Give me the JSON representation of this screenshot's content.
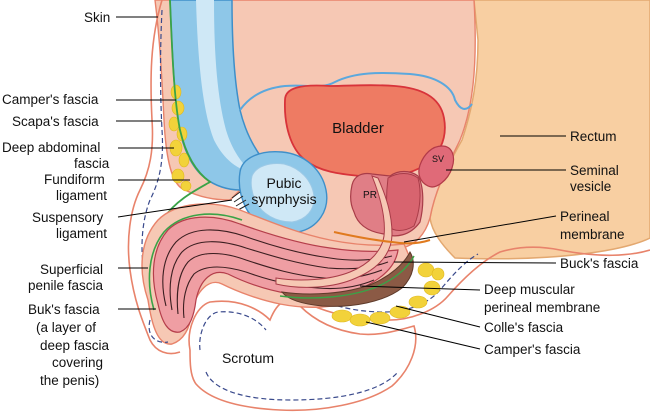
{
  "labels_left": {
    "skin": "Skin",
    "campers_fascia": "Camper's fascia",
    "scapas_fascia": "Scapa's fascia",
    "deep_abdominal_fascia_1": "Deep abdominal",
    "deep_abdominal_fascia_2": "fascia",
    "fundiform_ligament_1": "Fundiform",
    "fundiform_ligament_2": "ligament",
    "suspensory_ligament_1": "Suspensory",
    "suspensory_ligament_2": "ligament",
    "superficial_penile_fascia_1": "Superficial",
    "superficial_penile_fascia_2": "penile fascia",
    "buks_fascia_1": "Buk's fascia",
    "buks_fascia_2": "(a layer of",
    "buks_fascia_3": "deep fascia",
    "buks_fascia_4": "covering",
    "buks_fascia_5": "the penis)"
  },
  "labels_right": {
    "rectum": "Rectum",
    "seminal_vesicle_1": "Seminal",
    "seminal_vesicle_2": "vesicle",
    "perineal_membrane_1": "Perineal",
    "perineal_membrane_2": "membrane",
    "bucks_fascia": "Buck's fascia",
    "deep_muscular_perineal_membrane_1": "Deep muscular",
    "deep_muscular_perineal_membrane_2": "perineal membrane",
    "colles_fascia": "Colle's fascia",
    "campers_fascia_lower": "Camper's fascia"
  },
  "labels_inner": {
    "bladder": "Bladder",
    "pubic_symphysis_1": "Pubic",
    "pubic_symphysis_2": "symphysis",
    "prostate": "PR",
    "seminal_vesicle_abbr": "SV",
    "scrotum": "Scrotum"
  },
  "colors": {
    "skin": "#f6c8b4",
    "skin_outline": "#e8836b",
    "abdominal_wall": "#8ec7e8",
    "abdominal_wall_light": "#cfe8f6",
    "bladder": "#ee7b63",
    "bladder_outline": "#d8333a",
    "rectum": "#f8cfa2",
    "prostate": "#e07e86",
    "penis_body": "#ef9ea3",
    "muscle": "#8b5a45",
    "fat": "#f2d23a",
    "green_fascia": "#3aa347",
    "dashed_fascia": "#3a4a8c",
    "outer_blue": "#5ba8dd"
  }
}
